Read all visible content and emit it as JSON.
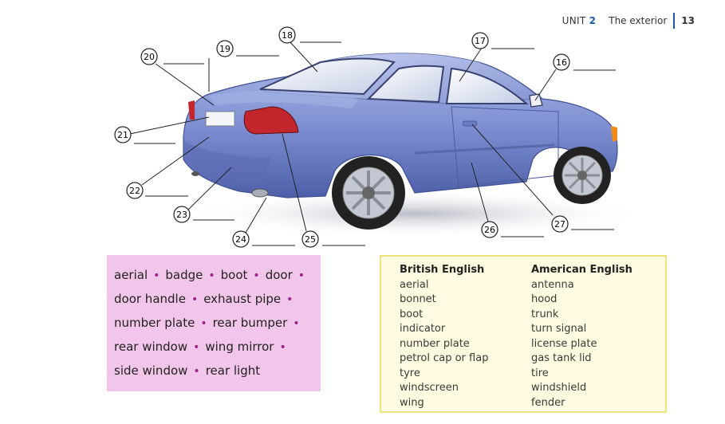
{
  "header": {
    "unit_label": "UNIT",
    "unit_number": "2",
    "title": "The exterior",
    "page_number": "13"
  },
  "callouts": [
    "16",
    "17",
    "18",
    "19",
    "20",
    "21",
    "22",
    "23",
    "24",
    "25",
    "26",
    "27"
  ],
  "word_box": {
    "lines": [
      [
        "aerial",
        "badge",
        "boot",
        "door"
      ],
      [
        "door handle",
        "exhaust pipe"
      ],
      [
        "number plate",
        "rear bumper"
      ],
      [
        "rear window",
        "wing mirror"
      ],
      [
        "side window",
        "rear light"
      ]
    ],
    "trailing_dot": [
      true,
      true,
      true,
      true,
      false
    ]
  },
  "vocab": {
    "british_header": "British English",
    "american_header": "American English",
    "british": [
      "aerial",
      "bonnet",
      "boot",
      "indicator",
      "number plate",
      "petrol cap or flap",
      "tyre",
      "windscreen",
      "wing"
    ],
    "american": [
      "antenna",
      "hood",
      "trunk",
      "turn signal",
      "license plate",
      "gas tank lid",
      "tire",
      "windshield",
      "fender"
    ]
  },
  "colors": {
    "accent": "#1a5aa8",
    "word_box_bg": "#f2c6ea",
    "bullet": "#a0208c",
    "vocab_bg": "#fffbe1",
    "vocab_border": "#f0e27a"
  }
}
